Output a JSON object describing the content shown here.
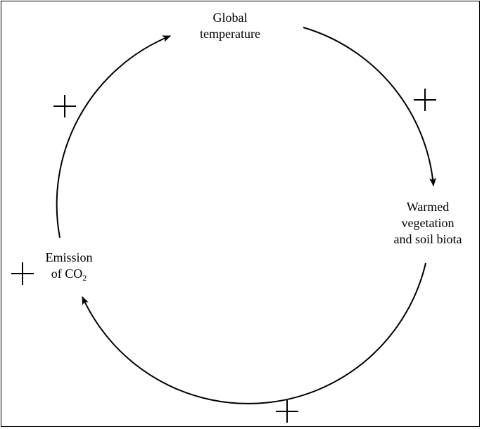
{
  "nodes": {
    "global_temperature": {
      "line1": "Global",
      "line2": "temperature"
    },
    "warmed_vegetation": {
      "line1": "Warmed",
      "line2": "vegetation",
      "line3": "and soil biota"
    },
    "emission": {
      "line1": "Emission",
      "line2_prefix": "of CO",
      "line2_subscript": "2"
    }
  },
  "links": [
    {
      "from": "global_temperature",
      "to": "warmed_vegetation",
      "sign": "+"
    },
    {
      "from": "warmed_vegetation",
      "to": "emission",
      "sign": "+"
    },
    {
      "from": "emission",
      "to": "global_temperature",
      "sign": "+"
    }
  ],
  "colors": {
    "line": "#000000",
    "background": "#ffffff"
  }
}
